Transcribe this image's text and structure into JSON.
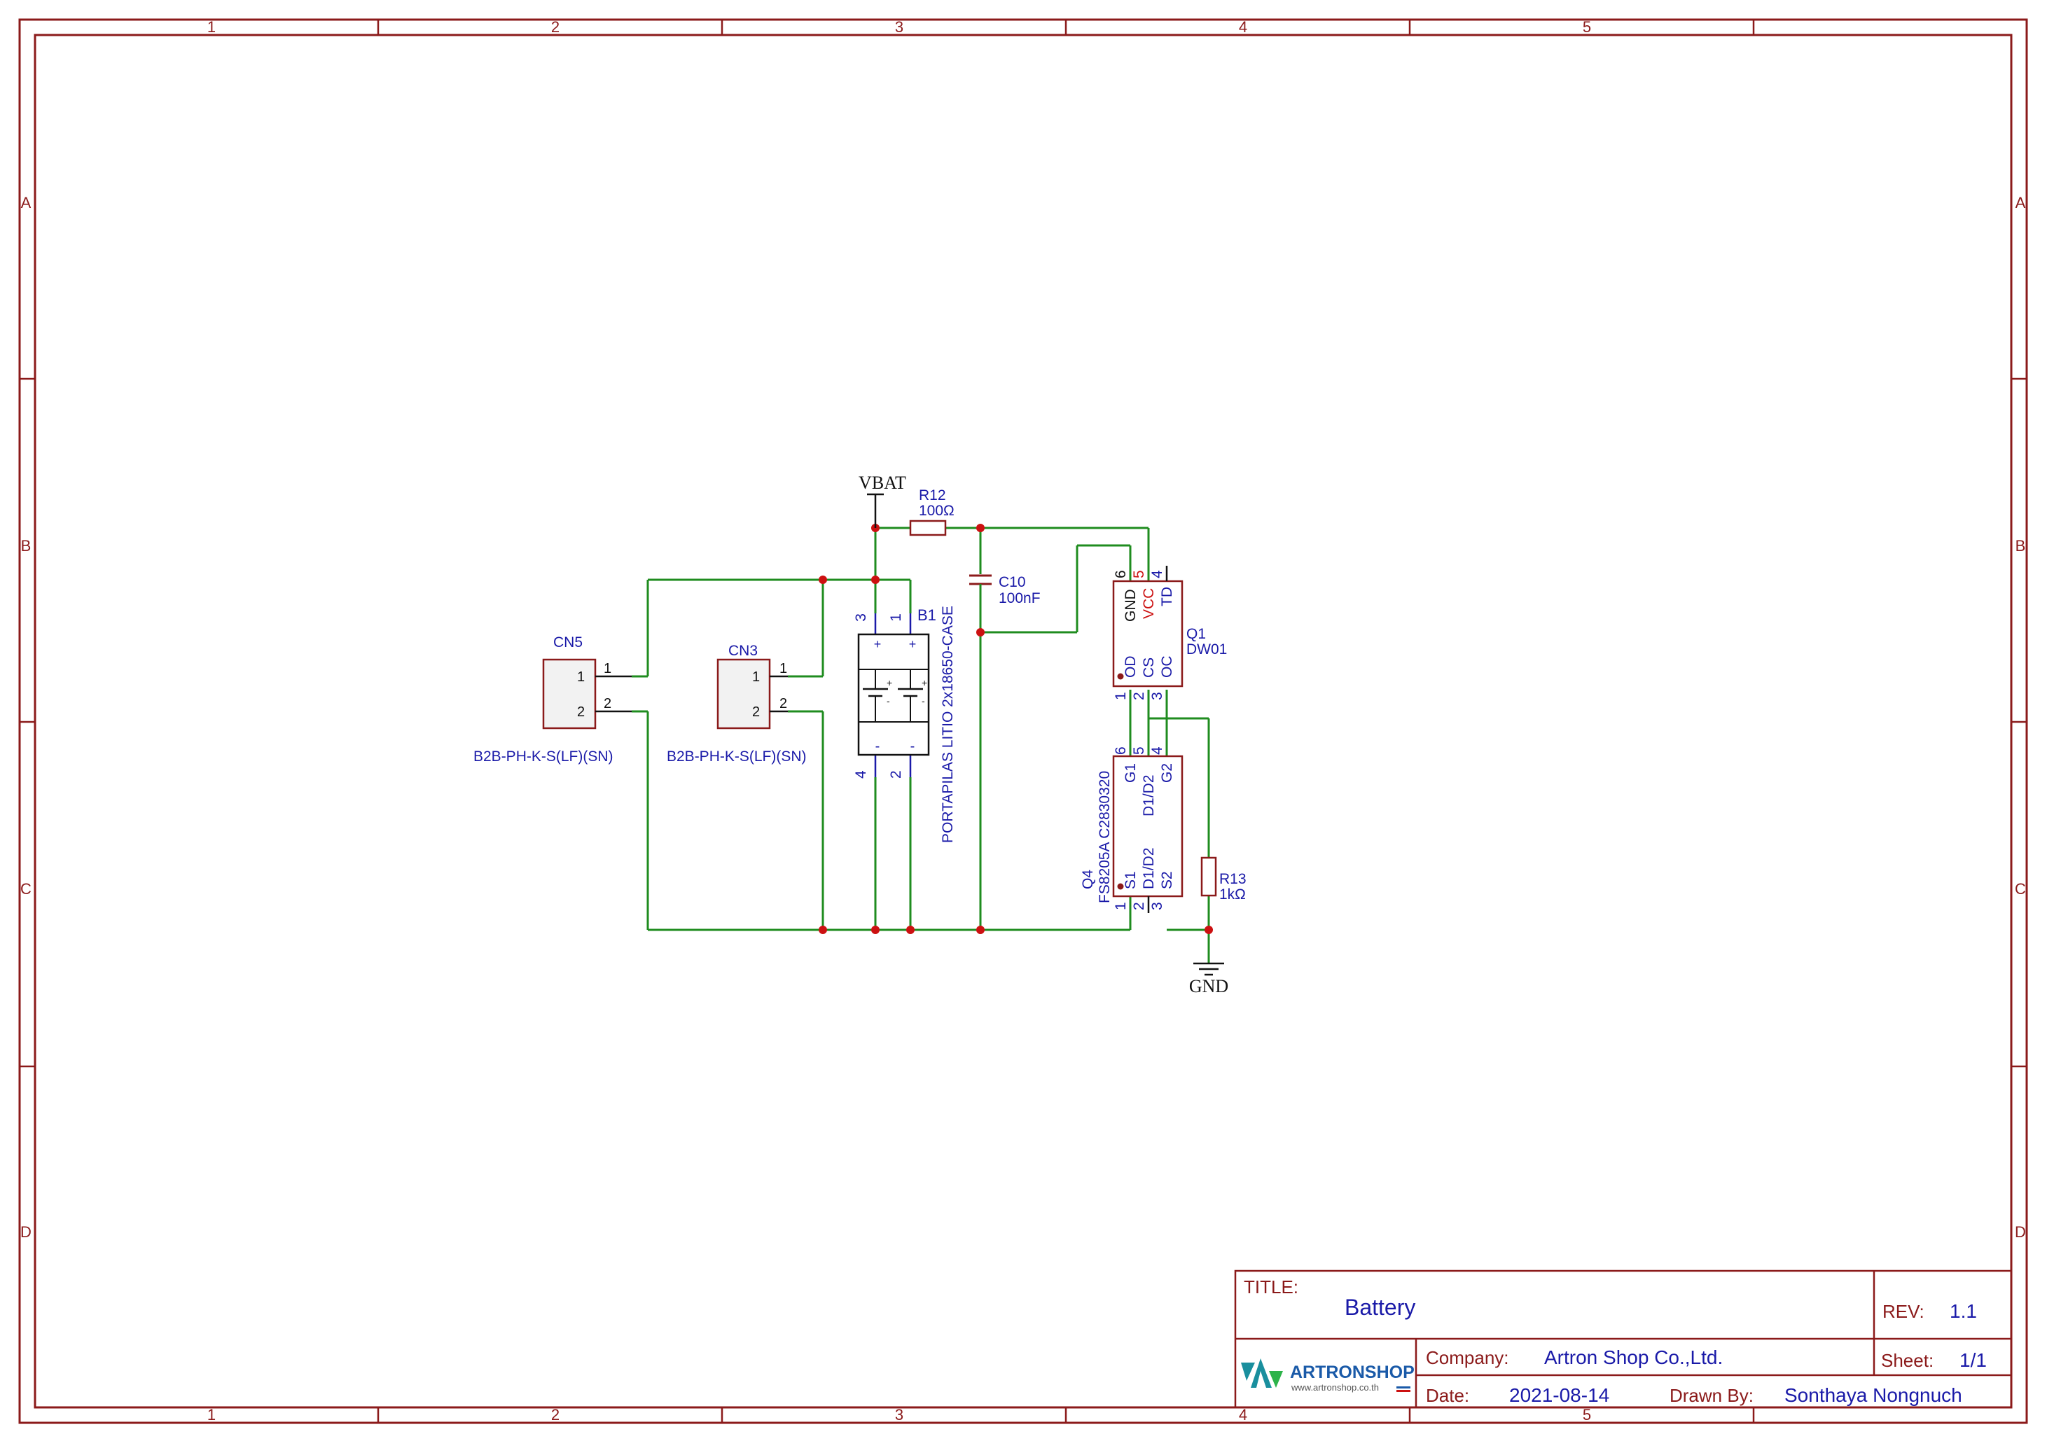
{
  "colors": {
    "frame": "#8b1a1a",
    "wire": "#1f8c1f",
    "junction": "#cc1111",
    "text_blue": "#1a1aa8",
    "text_black": "#111111",
    "pin_red": "#cc1111",
    "logo_teal": "#1a8f9e",
    "logo_green": "#2db34a",
    "logo_blue": "#1a5aa8"
  },
  "frame": {
    "columns": [
      "1",
      "2",
      "3",
      "4",
      "5"
    ],
    "rows": [
      "A",
      "B",
      "C",
      "D"
    ]
  },
  "power": {
    "vbat": "VBAT",
    "gnd": "GND"
  },
  "components": {
    "r12": {
      "ref": "R12",
      "value": "100Ω"
    },
    "c10": {
      "ref": "C10",
      "value": "100nF"
    },
    "r13": {
      "ref": "R13",
      "value": "1kΩ"
    },
    "cn5": {
      "ref": "CN5",
      "value": "B2B-PH-K-S(LF)(SN)",
      "pins": [
        "1",
        "2"
      ]
    },
    "cn3": {
      "ref": "CN3",
      "value": "B2B-PH-K-S(LF)(SN)",
      "pins": [
        "1",
        "2"
      ]
    },
    "b1": {
      "ref": "B1",
      "value": "PORTAPILAS LITIO 2x18650-CASE",
      "pins": {
        "p3": "3",
        "p1": "1",
        "p4": "4",
        "p2": "2"
      },
      "plus": "+",
      "minus": "-"
    },
    "q1": {
      "ref": "Q1",
      "value": "DW01",
      "pin_numbers": {
        "p6": "6",
        "p5": "5",
        "p4": "4",
        "p1": "1",
        "p2": "2",
        "p3": "3"
      },
      "pin_names": {
        "gnd": "GND",
        "vcc": "VCC",
        "td": "TD",
        "od": "OD",
        "cs": "CS",
        "oc": "OC"
      }
    },
    "q4": {
      "ref": "Q4",
      "value": "FS8205A  C2830320",
      "pin_numbers": {
        "p6": "6",
        "p5": "5",
        "p4": "4",
        "p1": "1",
        "p2": "2",
        "p3": "3"
      },
      "pin_names": {
        "g1": "G1",
        "d1d2_top": "D1/D2",
        "g2": "G2",
        "s1": "S1",
        "d1d2_bot": "D1/D2",
        "s2": "S2"
      }
    }
  },
  "title_block": {
    "title_label": "TITLE:",
    "title": "Battery",
    "rev_label": "REV:",
    "rev": "1.1",
    "company_label": "Company:",
    "company": "Artron Shop Co.,Ltd.",
    "sheet_label": "Sheet:",
    "sheet": "1/1",
    "date_label": "Date:",
    "date": "2021-08-14",
    "drawn_label": "Drawn By:",
    "drawn_by": "Sonthaya Nongnuch",
    "logo_text": "ARTRONSHOP",
    "logo_url": "www.artronshop.co.th"
  }
}
